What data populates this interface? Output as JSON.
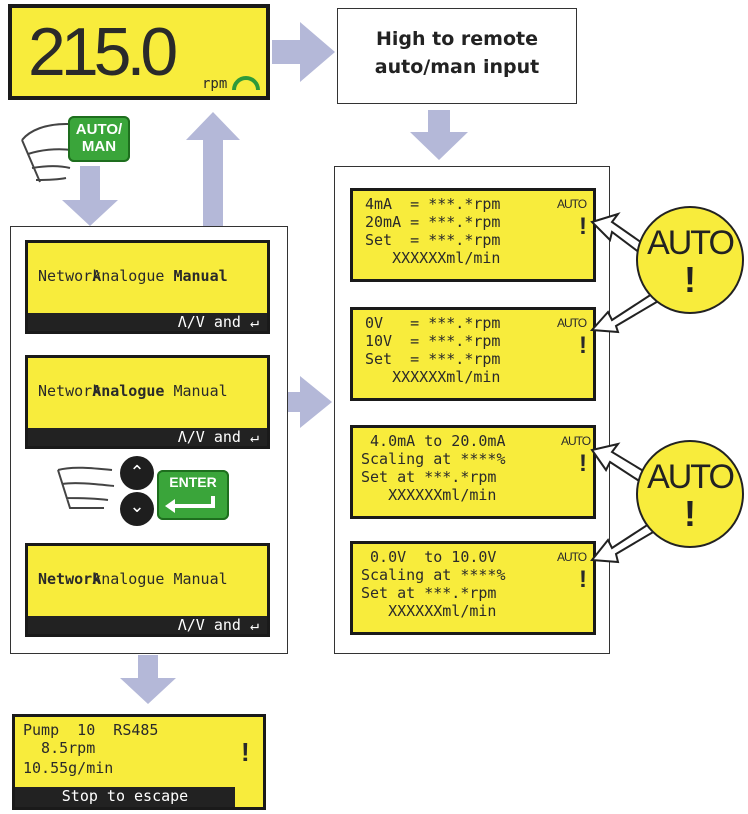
{
  "top_display": {
    "value": "215.0",
    "unit": "rpm"
  },
  "info_box": {
    "line1": "High to remote",
    "line2": "auto/man input"
  },
  "buttons": {
    "auto_man_line1": "AUTO/",
    "auto_man_line2": "MAN",
    "enter": "ENTER"
  },
  "left_menu": [
    {
      "word1": "Analogue",
      "word2": "Manual",
      "word3": "Network",
      "bold": "Manual",
      "nav": "Λ/V and ↵"
    },
    {
      "word1": "Analogue",
      "word2": "Manual",
      "word3": "Network",
      "bold": "Analogue",
      "nav": "Λ/V and ↵"
    },
    {
      "word1": "Analogue",
      "word2": "Manual",
      "word3": "Network",
      "bold": "Network",
      "nav": "Λ/V and ↵"
    }
  ],
  "bottom_display": {
    "line1": "Pump  10  RS485",
    "line2": "  8.5rpm",
    "line3": "10.55g/min",
    "bar": "Stop to escape",
    "alert": "!"
  },
  "right_displays": [
    {
      "auto": "AUTO",
      "line1": "4mA  = ***.*rpm",
      "line2": "20mA = ***.*rpm",
      "line3": "Set  = ***.*rpm",
      "line4": "   XXXXXXml/min",
      "alert": "!"
    },
    {
      "auto": "AUTO",
      "line1": "0V   = ***.*rpm",
      "line2": "10V  = ***.*rpm",
      "line3": "Set  = ***.*rpm",
      "line4": "   XXXXXXml/min",
      "alert": "!"
    },
    {
      "auto": "AUTO",
      "line1": " 4.0mA to 20.0mA",
      "line2": "Scaling at ****%",
      "line3": "Set at ***.*rpm",
      "line4": "   XXXXXXml/min",
      "alert": "!"
    },
    {
      "auto": "AUTO",
      "line1": " 0.0V  to 10.0V",
      "line2": "Scaling at ****%",
      "line3": "Set at ***.*rpm",
      "line4": "   XXXXXXml/min",
      "alert": "!"
    }
  ],
  "callouts": [
    {
      "label": "AUTO",
      "mark": "!"
    },
    {
      "label": "AUTO",
      "mark": "!"
    }
  ],
  "colors": {
    "lcd": "#f8ec3c",
    "arrow": "#b4b8d8",
    "button_green": "#3aa53a"
  }
}
